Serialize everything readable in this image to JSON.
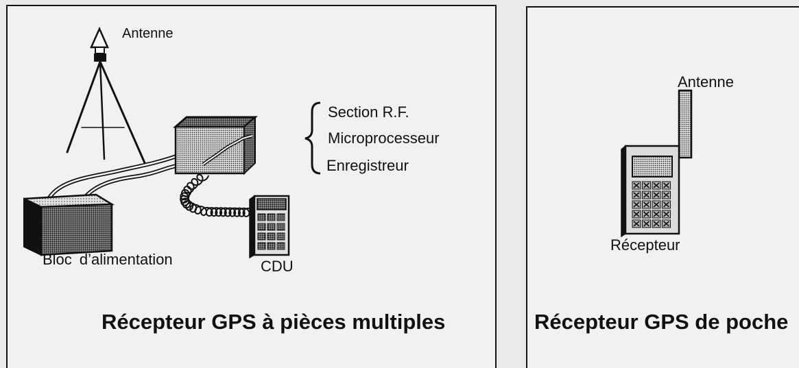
{
  "figure": {
    "left_panel": {
      "antenna_label": "Antenne",
      "unit_parts": [
        "Section R.F.",
        "Microprocesseur",
        "Enregistreur"
      ],
      "power_label": "Bloc d’alimentation",
      "cdu_label": "CDU",
      "caption": "Récepteur GPS à pièces multiples"
    },
    "right_panel": {
      "antenna_label": "Antenne",
      "receiver_label": "Récepteur",
      "caption": "Récepteur GPS de poche"
    }
  },
  "icons": {
    "left_panel": [
      "tripod-antenna-icon",
      "rf-unit-icon",
      "power-block-icon",
      "coiled-cable-icon",
      "cdu-device-icon",
      "brace-icon"
    ],
    "right_panel": [
      "pocket-antenna-icon",
      "pocket-receiver-icon"
    ]
  },
  "colors": {
    "ink": "#111111",
    "paper": "#f1f1f1",
    "scan_background": "#e9e9e9",
    "stipple_gray": "#9a9a9a"
  }
}
